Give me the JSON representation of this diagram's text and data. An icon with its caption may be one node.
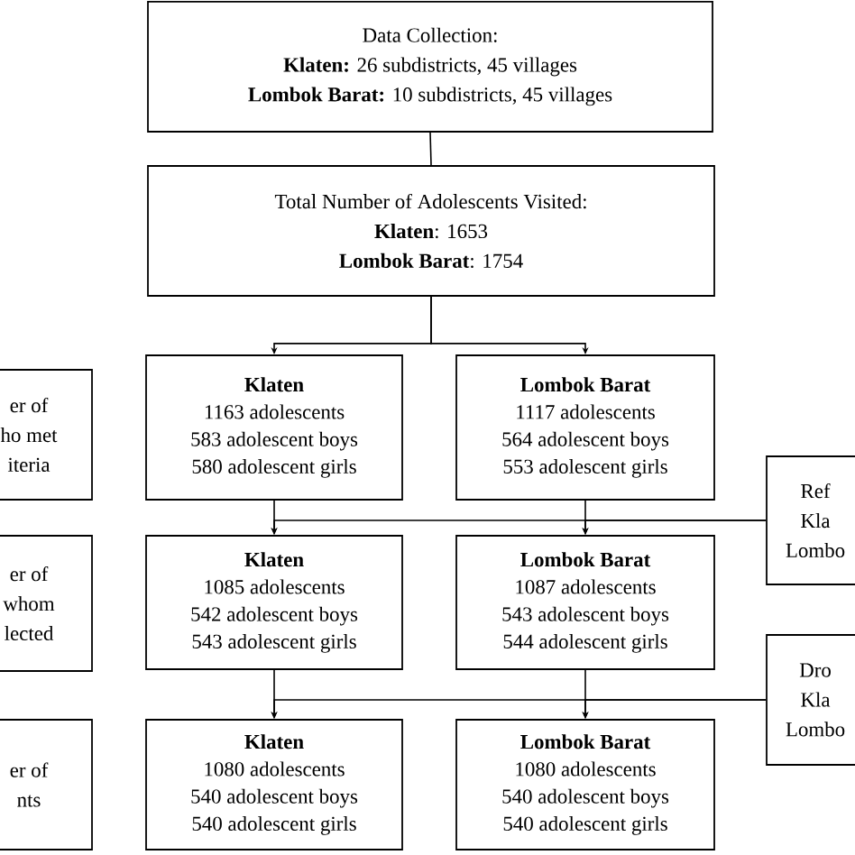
{
  "diagram": {
    "nodes": [
      {
        "text": [
          "Data Collection:",
          "**Klaten:** 26 subdistricts, 45 villages",
          "**Lombok Barat:** 10 subdistricts, 45 villages"
        ]
      },
      {
        "text": [
          "Total Number of Adolescents Visited:",
          "**Klaten**: 1653",
          "**Lombok Barat**: 1754"
        ]
      },
      {
        "text": [
          "er of",
          "ho met",
          "iteria"
        ]
      },
      {
        "text": [
          "Klaten",
          "1163 adolescents",
          "583 adolescent boys",
          "580 adolescent girls"
        ]
      },
      {
        "text": [
          "Lombok Barat",
          "1117 adolescents",
          "564 adolescent boys",
          "553 adolescent girls"
        ]
      },
      {
        "text": [
          "Ref",
          "Kla",
          "Lombo"
        ]
      },
      {
        "text": [
          "er of",
          "whom",
          "lected"
        ]
      },
      {
        "text": [
          "Klaten",
          "1085 adolescents",
          "542 adolescent boys",
          "543 adolescent girls"
        ]
      },
      {
        "text": [
          "Lombok Barat",
          "1087 adolescents",
          "543 adolescent boys",
          "544 adolescent girls"
        ]
      },
      {
        "text": [
          "Dro",
          "Kla",
          "Lombo"
        ]
      },
      {
        "text": [
          "er of",
          "nts"
        ]
      },
      {
        "text": [
          "Klaten",
          "1080 adolescents",
          "540 adolescent boys",
          "540 adolescent girls"
        ]
      },
      {
        "text": [
          "Lombok Barat",
          "1080 adolescents",
          "540 adolescent boys",
          "540 adolescent girls"
        ]
      }
    ],
    "edges": [
      {
        "from": 0,
        "to": 1,
        "arrow": "none"
      },
      {
        "from": 1,
        "to": 3,
        "arrow": "to"
      },
      {
        "from": 1,
        "to": 4,
        "arrow": "to"
      },
      {
        "from": 3,
        "to": 7,
        "arrow": "to"
      },
      {
        "from": 4,
        "to": 8,
        "arrow": "to"
      },
      {
        "from": 5,
        "to": 7,
        "arrow": "to"
      },
      {
        "from": 5,
        "to": 8,
        "arrow": "to"
      },
      {
        "from": 7,
        "to": 11,
        "arrow": "to"
      },
      {
        "from": 8,
        "to": 12,
        "arrow": "to"
      },
      {
        "from": 9,
        "to": 11,
        "arrow": "to"
      },
      {
        "from": 9,
        "to": 12,
        "arrow": "to"
      }
    ]
  }
}
